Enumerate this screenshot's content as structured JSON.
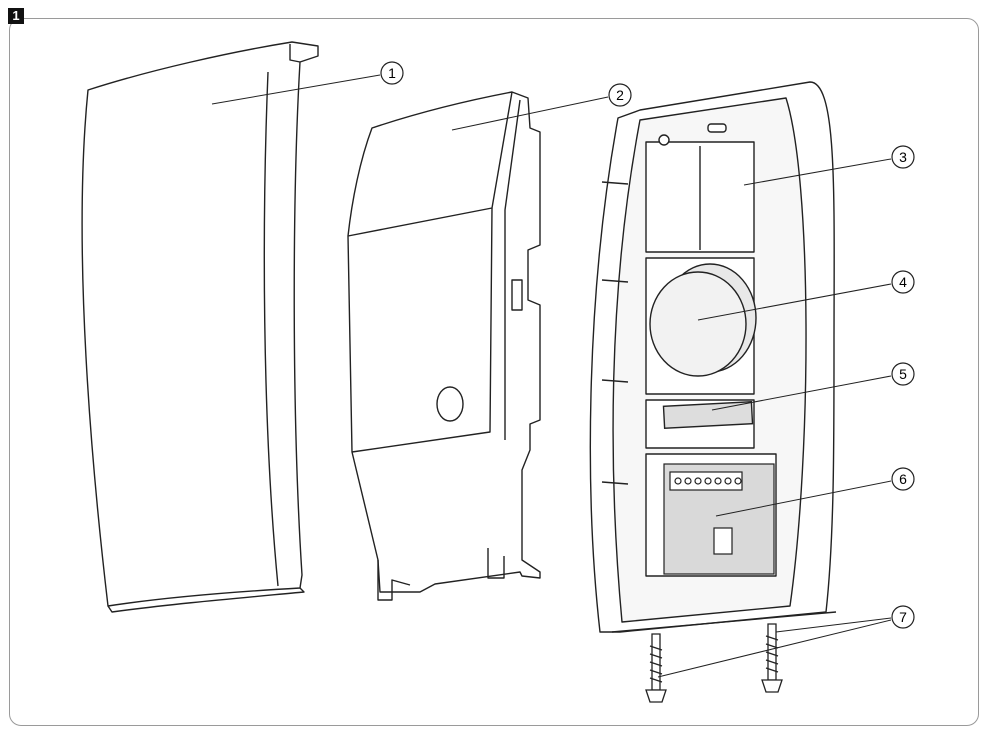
{
  "figure": {
    "number": "1"
  },
  "callouts": [
    {
      "id": 1,
      "label": "1"
    },
    {
      "id": 2,
      "label": "2"
    },
    {
      "id": 3,
      "label": "3"
    },
    {
      "id": 4,
      "label": "4"
    },
    {
      "id": 5,
      "label": "5"
    },
    {
      "id": 6,
      "label": "6"
    },
    {
      "id": 7,
      "label": "7"
    }
  ],
  "colors": {
    "line": "#222222",
    "fill": "#ffffff",
    "shade": "#eeeeee",
    "board": "#d9d9d9",
    "frame": "#9a9a9a"
  }
}
